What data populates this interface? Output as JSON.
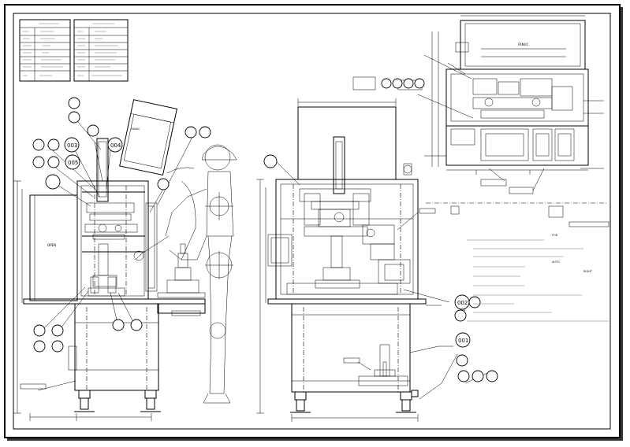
{
  "drawing": {
    "bubbles": {
      "b001": "001",
      "b002": "002",
      "b003": "003",
      "b004": "004",
      "b005": "005"
    },
    "notes": {
      "robot_arm_label": "FANUC",
      "enclosure_label": "OPEN",
      "top_view_label": "FANUC",
      "small_label_1": "FOR",
      "small_label_2": "AUTO",
      "small_label_3": "RIGHT"
    }
  },
  "colors": {
    "line": "#000000",
    "border_shadow": "#333333",
    "sheet": "#ffffff"
  }
}
